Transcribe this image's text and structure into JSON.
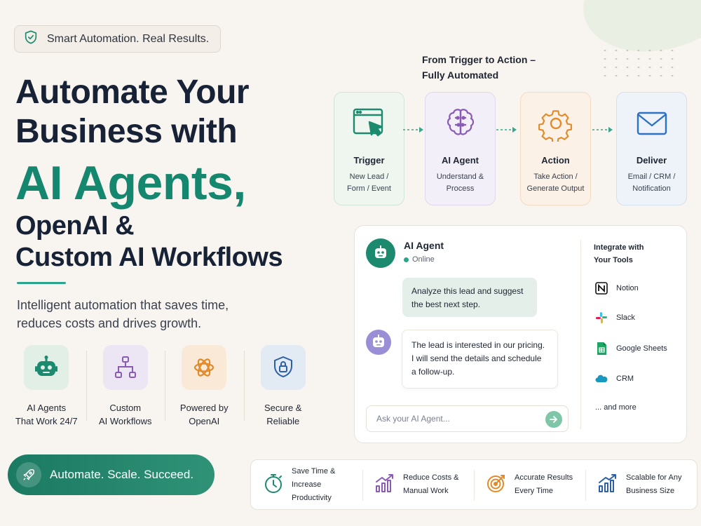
{
  "badge": {
    "text": "Smart Automation. Real Results.",
    "icon": "shield-check-icon"
  },
  "headline": {
    "line1": "Automate Your",
    "line2": "Business with",
    "line3": "AI Agents,",
    "line4": "OpenAI &",
    "line5": "Custom AI Workflows"
  },
  "subtitle": "Intelligent automation that saves time, reduces costs and drives growth.",
  "features": [
    {
      "line1": "AI Agents",
      "line2": "That Work 24/7",
      "icon": "robot-icon"
    },
    {
      "line1": "Custom",
      "line2": "AI Workflows",
      "icon": "workflow-icon"
    },
    {
      "line1": "Powered by",
      "line2": "OpenAI",
      "icon": "openai-icon"
    },
    {
      "line1": "Secure &",
      "line2": "Reliable",
      "icon": "lock-shield-icon"
    }
  ],
  "cta": {
    "label": "Automate. Scale. Succeed.",
    "icon": "rocket-icon"
  },
  "flow": {
    "title_line1": "From Trigger to Action –",
    "title_line2": "Fully Automated",
    "steps": [
      {
        "title": "Trigger",
        "desc1": "New Lead /",
        "desc2": "Form / Event",
        "icon": "browser-cursor-icon"
      },
      {
        "title": "AI Agent",
        "desc1": "Understand &",
        "desc2": "Process",
        "icon": "brain-icon"
      },
      {
        "title": "Action",
        "desc1": "Take Action /",
        "desc2": "Generate Output",
        "icon": "gear-icon"
      },
      {
        "title": "Deliver",
        "desc1": "Email / CRM /",
        "desc2": "Notification",
        "icon": "mail-icon"
      }
    ]
  },
  "chat": {
    "agent_name": "AI Agent",
    "status": "Online",
    "user_message": "Analyze this lead and suggest the best next step.",
    "ai_message": "The lead is interested in our pricing. I will send the details and schedule a follow-up.",
    "input_placeholder": "Ask your AI Agent...",
    "tools_title_line1": "Integrate with",
    "tools_title_line2": "Your Tools",
    "tools": [
      {
        "label": "Notion",
        "icon": "notion-icon"
      },
      {
        "label": "Slack",
        "icon": "slack-icon"
      },
      {
        "label": "Google Sheets",
        "icon": "google-sheets-icon"
      },
      {
        "label": "CRM",
        "icon": "cloud-crm-icon"
      },
      {
        "label": "... and more",
        "icon": ""
      }
    ]
  },
  "benefits": [
    {
      "line1": "Save Time &",
      "line2": "Increase Productivity",
      "icon": "stopwatch-icon"
    },
    {
      "line1": "Reduce Costs &",
      "line2": "Manual Work",
      "icon": "chart-up-icon"
    },
    {
      "line1": "Accurate Results",
      "line2": "Every Time",
      "icon": "target-icon"
    },
    {
      "line1": "Scalable for Any",
      "line2": "Business Size",
      "icon": "growth-bars-icon"
    }
  ],
  "colors": {
    "brand_green": "#16876f",
    "navy": "#172236",
    "background": "#f8f4ef"
  }
}
